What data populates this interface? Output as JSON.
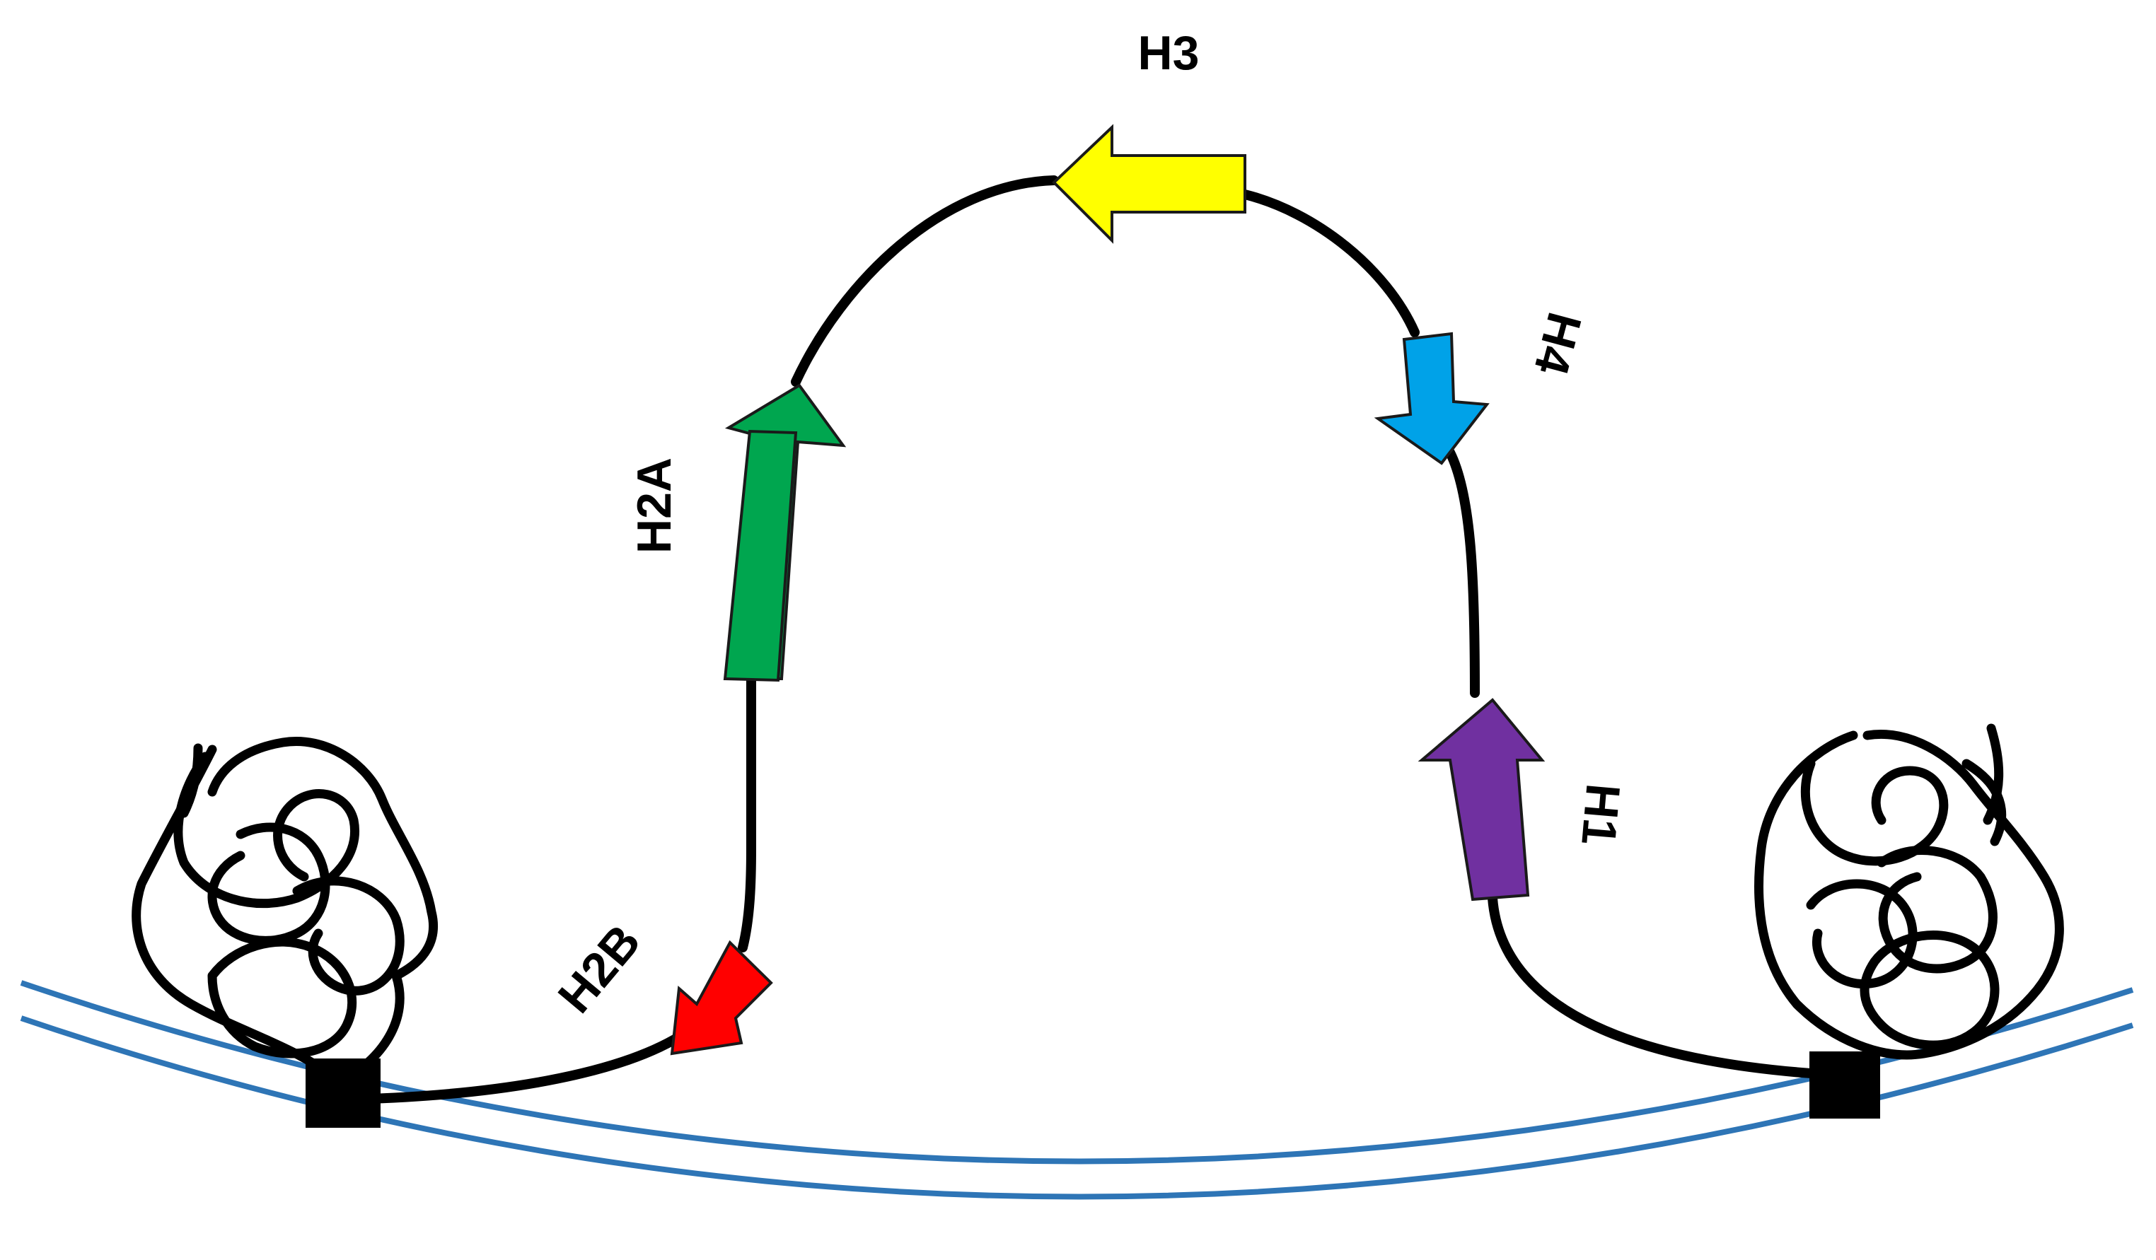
{
  "genes": [
    {
      "id": "h2b",
      "label": "H2B",
      "color": "#ff0000"
    },
    {
      "id": "h2a",
      "label": "H2A",
      "color": "#00a64f"
    },
    {
      "id": "h3",
      "label": "H3",
      "color": "#ffff00"
    },
    {
      "id": "h4",
      "label": "H4",
      "color": "#00a2e8"
    },
    {
      "id": "h1",
      "label": "H1",
      "color": "#7030a0"
    }
  ],
  "colors": {
    "chromatin": "#000000",
    "nuclear_envelope": "#2e75b6",
    "anchor": "#000000"
  }
}
